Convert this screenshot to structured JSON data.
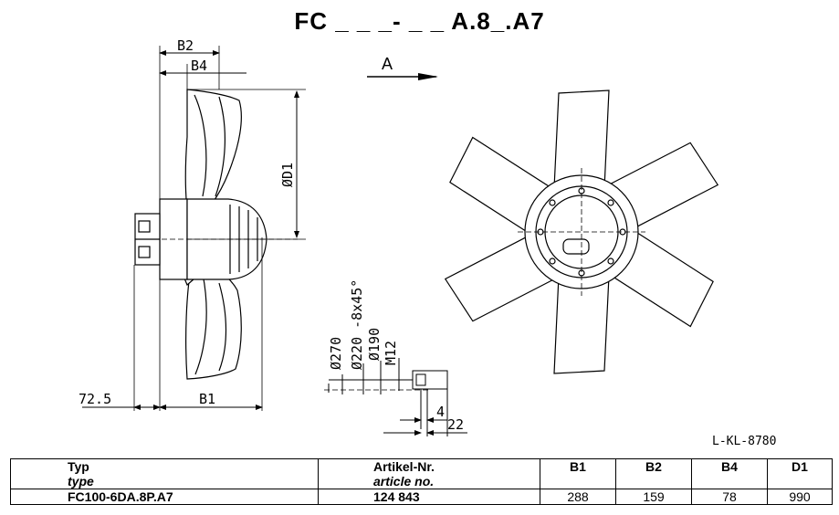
{
  "title": "FC _ _ _- _ _ A.8_.A7",
  "view_arrow_label": "A",
  "side_view": {
    "dims": {
      "b2": "B2",
      "b4": "B4",
      "d1": "ØD1",
      "b1": "B1",
      "offset": "72.5"
    }
  },
  "hub_detail": {
    "dims": {
      "d270": "Ø270",
      "d220": "Ø220 -8x45°",
      "d190": "Ø190",
      "m12": "M12",
      "d4": "4",
      "d22": "22"
    }
  },
  "drawing_ref": "L-KL-8780",
  "table": {
    "headers": {
      "typ": "Typ",
      "type_en": "type",
      "art": "Artikel-Nr.",
      "art_en": "article no.",
      "b1": "B1",
      "b2": "B2",
      "b4": "B4",
      "d1": "D1"
    },
    "rows": [
      {
        "typ": "FC100-6DA.8P.A7",
        "article": "124 843",
        "b1": "288",
        "b2": "159",
        "b4": "78",
        "d1": "990"
      }
    ]
  }
}
